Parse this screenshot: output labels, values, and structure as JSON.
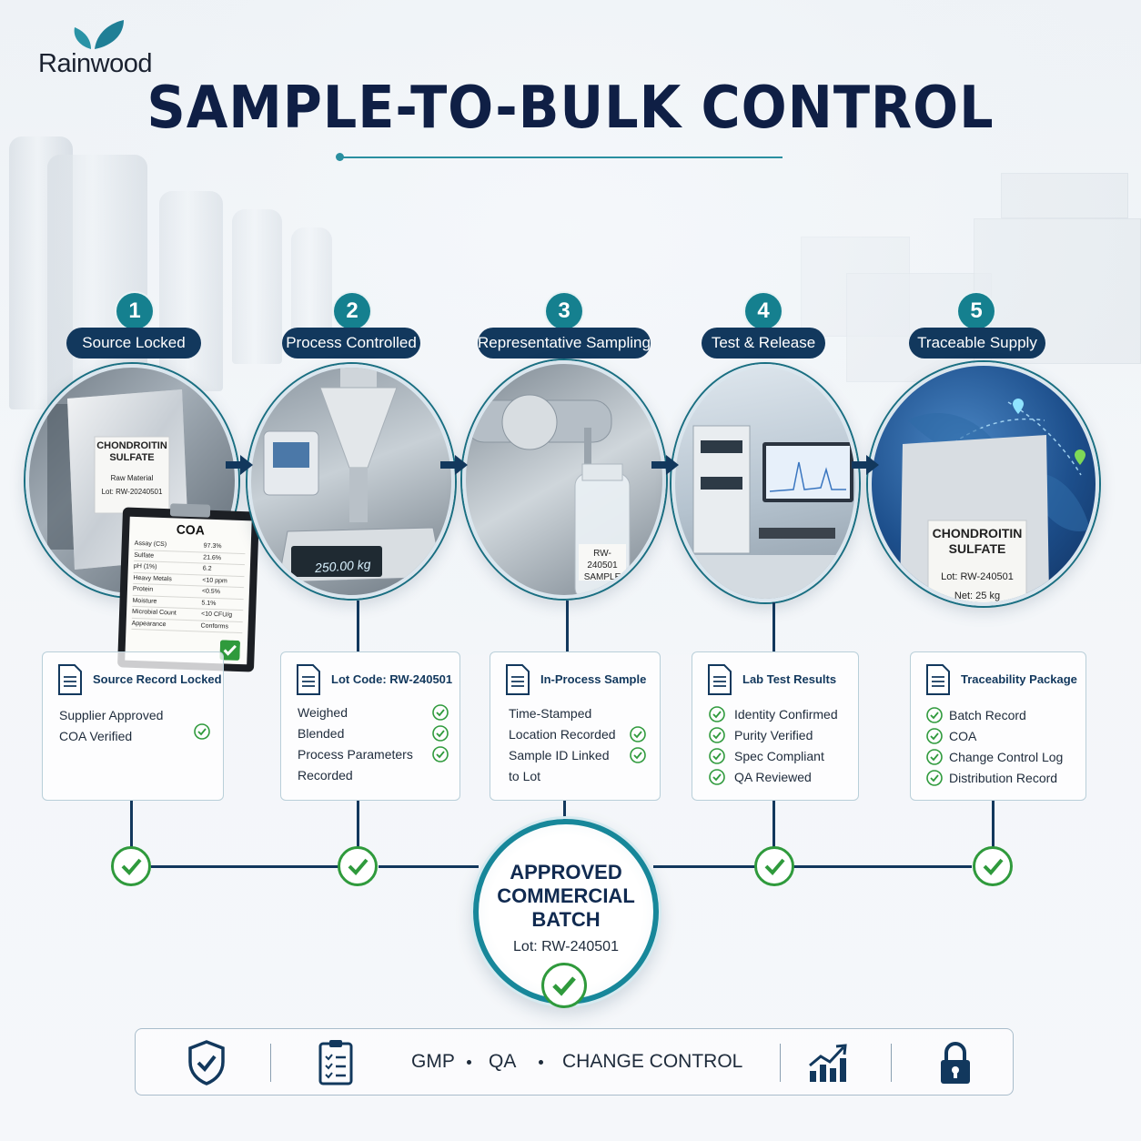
{
  "brand": {
    "name": "Rainwood"
  },
  "title": "SAMPLE-TO-BULK CONTROL",
  "colors": {
    "navy": "#12385d",
    "teal": "#15808f",
    "green": "#2f9a3c",
    "title": "#0f1f45"
  },
  "steps": [
    {
      "number": "1",
      "label": "Source Locked"
    },
    {
      "number": "2",
      "label": "Process Controlled"
    },
    {
      "number": "3",
      "label": "Representative Sampling"
    },
    {
      "number": "4",
      "label": "Test & Release"
    },
    {
      "number": "5",
      "label": "Traceable Supply"
    }
  ],
  "photos": {
    "source": {
      "bag_lines": [
        "CHONDROITIN",
        "SULFATE"
      ],
      "bag_raw": "Raw Material",
      "bag_lot": "Lot: RW-20240501",
      "coa_title": "COA",
      "coa_rows": [
        [
          "Assay (CS)",
          "97.3%"
        ],
        [
          "Sulfate",
          "21.6%"
        ],
        [
          "pH (1%)",
          "6.2"
        ],
        [
          "Heavy Metals",
          "<10 ppm"
        ],
        [
          "Protein",
          "<0.5%"
        ],
        [
          "Moisture",
          "5.1%"
        ],
        [
          "Microbial Count",
          "<10 CFU/g"
        ],
        [
          "Appearance",
          "Conforms"
        ]
      ]
    },
    "process": {
      "scale_readout": "250.00 kg"
    },
    "sampling": {
      "bottle_lines": [
        "RW-240501",
        "SAMPLE"
      ]
    },
    "supply": {
      "bag_lines": [
        "CHONDROITIN",
        "SULFATE"
      ],
      "bag_lot": "Lot: RW-240501",
      "bag_net": "Net: 25 kg"
    }
  },
  "cards": [
    {
      "title": "Source Record Locked",
      "rows": [
        "Supplier Approved",
        "COA Verified"
      ]
    },
    {
      "title": "Lot Code: RW-240501",
      "rows": [
        "Weighed",
        "Blended",
        "Process Parameters",
        "Recorded"
      ]
    },
    {
      "title": "In-Process Sample",
      "rows": [
        "Time-Stamped",
        "Location Recorded",
        "Sample ID Linked",
        "to Lot"
      ]
    },
    {
      "title": "Lab Test Results",
      "rows": [
        "Identity Confirmed",
        "Purity Verified",
        "Spec Compliant",
        "QA Reviewed"
      ]
    },
    {
      "title": "Traceability Package",
      "rows": [
        "Batch Record",
        "COA",
        "Change Control Log",
        "Distribution Record"
      ]
    }
  ],
  "center": {
    "lines": [
      "APPROVED",
      "COMMERCIAL",
      "BATCH"
    ],
    "lot": "Lot: RW-240501"
  },
  "footer": {
    "items": [
      "GMP",
      "QA",
      "CHANGE CONTROL"
    ]
  },
  "icons": [
    "leaf-icon",
    "document-icon",
    "check-circle-icon",
    "arrow-right-icon",
    "shield-check-icon",
    "checklist-icon",
    "growth-chart-icon",
    "lock-icon",
    "map-pin-icon"
  ]
}
